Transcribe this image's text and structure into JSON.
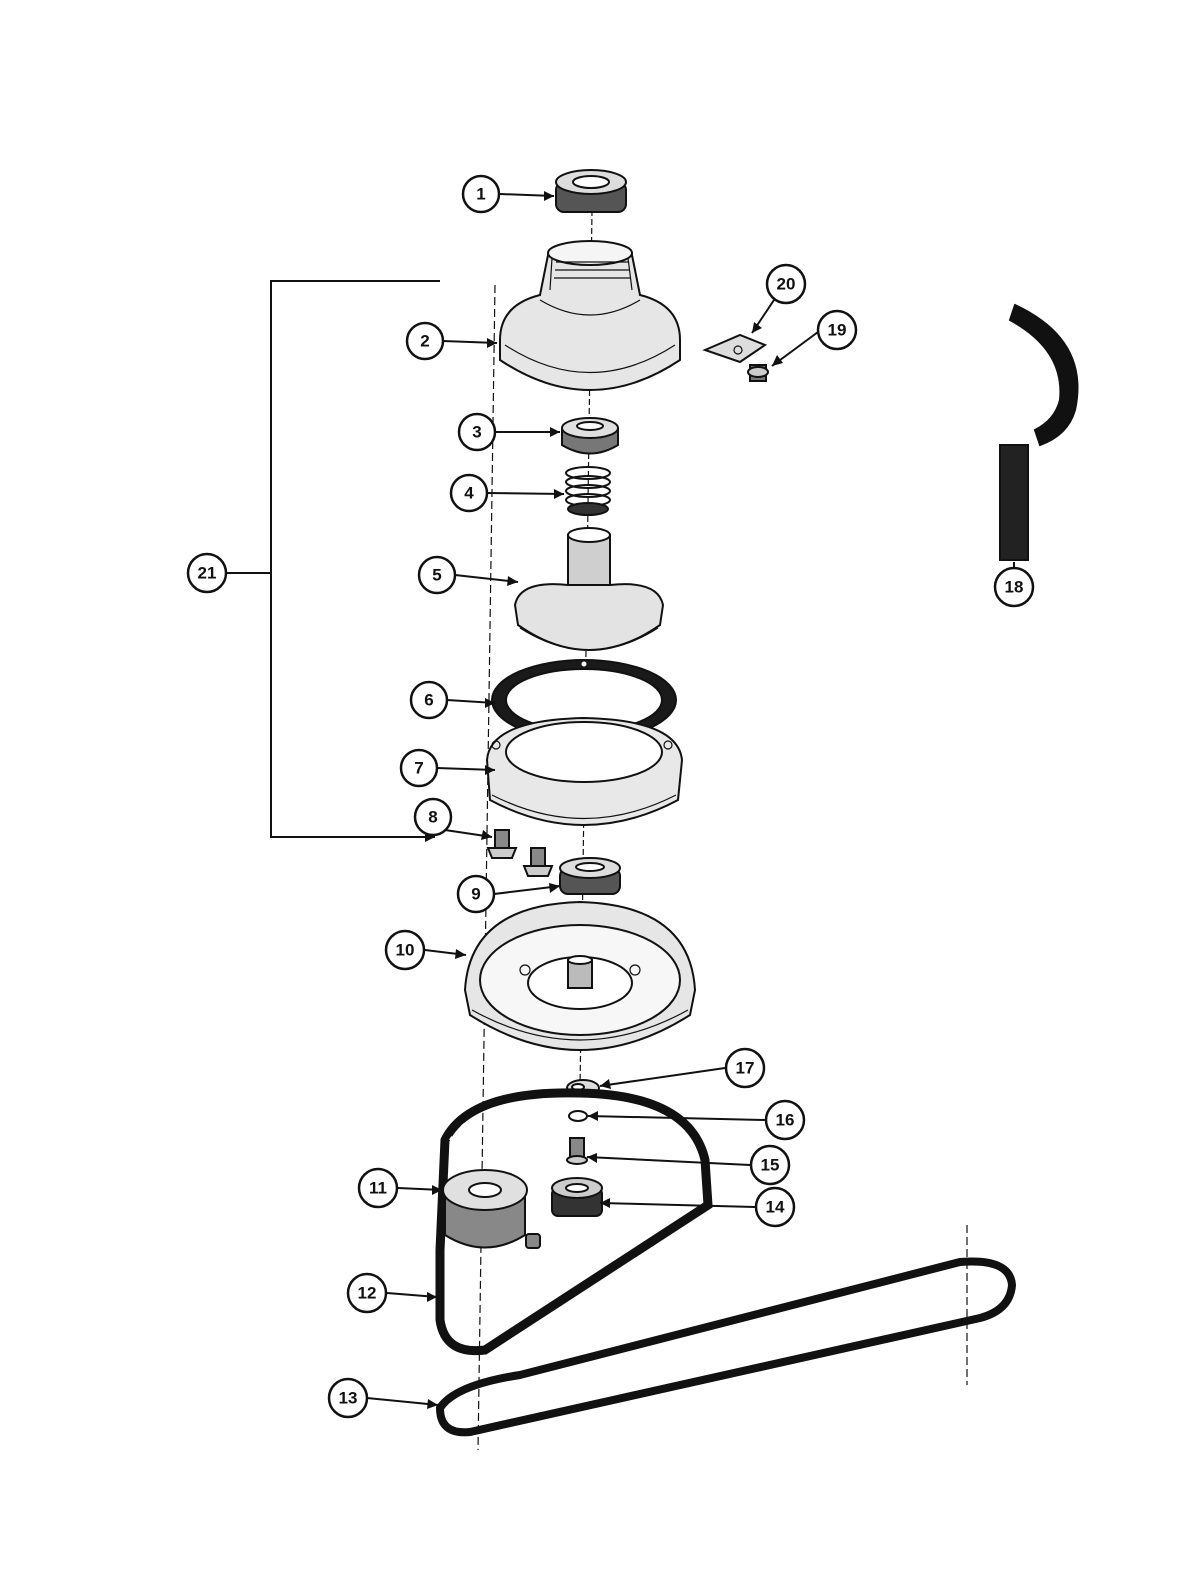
{
  "diagram": {
    "type": "exploded parts diagram",
    "callouts": [
      {
        "id": "1",
        "label": "1"
      },
      {
        "id": "2",
        "label": "2"
      },
      {
        "id": "3",
        "label": "3"
      },
      {
        "id": "4",
        "label": "4"
      },
      {
        "id": "5",
        "label": "5"
      },
      {
        "id": "6",
        "label": "6"
      },
      {
        "id": "7",
        "label": "7"
      },
      {
        "id": "8",
        "label": "8"
      },
      {
        "id": "9",
        "label": "9"
      },
      {
        "id": "10",
        "label": "10"
      },
      {
        "id": "11",
        "label": "11"
      },
      {
        "id": "12",
        "label": "12"
      },
      {
        "id": "13",
        "label": "13"
      },
      {
        "id": "14",
        "label": "14"
      },
      {
        "id": "15",
        "label": "15"
      },
      {
        "id": "16",
        "label": "16"
      },
      {
        "id": "17",
        "label": "17"
      },
      {
        "id": "18",
        "label": "18"
      },
      {
        "id": "19",
        "label": "19"
      },
      {
        "id": "20",
        "label": "20"
      },
      {
        "id": "21",
        "label": "21"
      }
    ],
    "colors": {
      "ink": "#111111",
      "paper": "#ffffff",
      "shade": "#555555"
    }
  }
}
